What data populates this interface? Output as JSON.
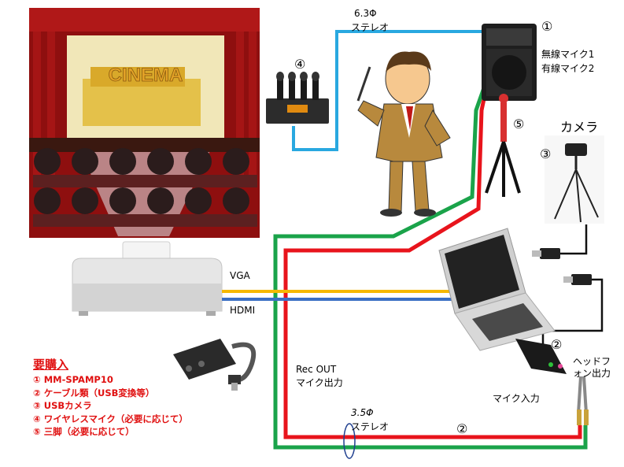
{
  "theater": {
    "screen_text": "CINEMA"
  },
  "cable_labels": {
    "stereo_63_size": "6.3Φ",
    "stereo_63_type": "ステレオ",
    "vga": "VGA",
    "hdmi": "HDMI",
    "rec_out": "Rec OUT",
    "mic_output": "マイク出力",
    "stereo_35_size": "3.5Φ",
    "stereo_35_type": "ステレオ"
  },
  "device_labels": {
    "speaker_wireless_mic": "無線マイク1",
    "speaker_wired_mic": "有線マイク2",
    "camera": "カメラ",
    "headphone_out": "ヘッドフォン出力",
    "mic_in": "マイク入力"
  },
  "markers": {
    "speaker": "①",
    "usb_adapter": "②",
    "usb_adapter_cable": "②",
    "webcam": "③",
    "wireless_mic": "④",
    "tripod": "⑤"
  },
  "purchase": {
    "title": "要購入",
    "items": [
      "① MM-SPAMP10",
      "② ケーブル類（USB変換等）",
      "③ USBカメラ",
      "④ ワイヤレスマイク（必要に応じて）",
      "⑤ 三脚（必要に応じて）"
    ]
  },
  "colors": {
    "cable_blue_stereo": "#29a8e0",
    "cable_green": "#1aa34a",
    "cable_red": "#e8141c",
    "cable_vga": "#f5b800",
    "cable_hdmi": "#3a6fc4",
    "cable_usb": "#111111",
    "accent_red_text": "#e01010"
  }
}
